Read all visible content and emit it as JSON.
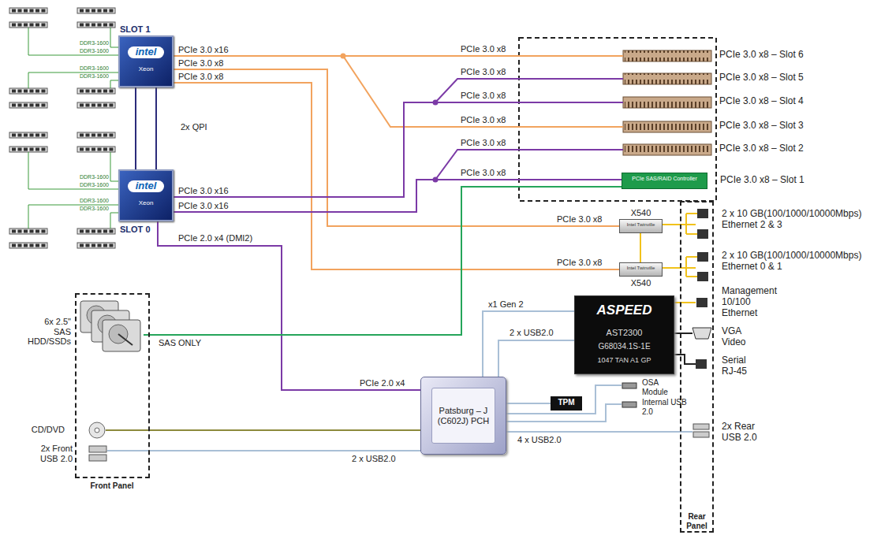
{
  "diagram": {
    "nodes": [
      {
        "text": [
          "SLOT 1",
          "intel",
          "Xeon"
        ]
      },
      {
        "text": [
          "SLOT 0",
          "intel",
          "Xeon"
        ]
      },
      {
        "text": [
          "PCIe 3.0 x8 – Slot 6"
        ]
      },
      {
        "text": [
          "PCIe 3.0 x8 – Slot 5"
        ]
      },
      {
        "text": [
          "PCIe 3.0 x8 – Slot 4"
        ]
      },
      {
        "text": [
          "PCIe 3.0 x8 – Slot 3"
        ]
      },
      {
        "text": [
          "PCIe 3.0 x8 – Slot 2"
        ]
      },
      {
        "text": [
          "PCIe SAS/RAID Controller",
          "PCIe 3.0 x8 – Slot 1"
        ]
      },
      {
        "text": [
          "X540",
          "Intel Twinville"
        ]
      },
      {
        "text": [
          "X540",
          "Intel Twinville"
        ]
      },
      {
        "text": [
          "ASPEED",
          "AST2300",
          "G68034.1S-1E",
          "1047 TAN A1 GP"
        ]
      },
      {
        "text": [
          "Patsburg – J (C602J) PCH"
        ]
      },
      {
        "text": [
          "TPM"
        ]
      },
      {
        "text": [
          "Front Panel"
        ]
      },
      {
        "text": [
          "6x 2.5\" SAS HDD/SSDs"
        ],
        "in": 13
      },
      {
        "text": [
          "CD/DVD"
        ],
        "in": 13
      },
      {
        "text": [
          "2x Front USB 2.0"
        ],
        "in": 13
      },
      {
        "text": [
          "Rear Panel"
        ]
      },
      {
        "text": [
          "2 x 10 GB(100/1000/10000Mbps) Ethernet 2 & 3"
        ],
        "in": 17
      },
      {
        "text": [
          "2 x 10 GB(100/1000/10000Mbps) Ethernet 0 & 1"
        ],
        "in": 17
      },
      {
        "text": [
          "Management 10/100 Ethernet"
        ],
        "in": 17
      },
      {
        "text": [
          "VGA Video"
        ],
        "in": 17
      },
      {
        "text": [
          "Serial RJ-45"
        ],
        "in": 17
      },
      {
        "text": [
          "2x Rear USB 2.0"
        ],
        "in": 17
      },
      {
        "text": [
          "OSA Module"
        ]
      },
      {
        "text": [
          "Internal USB 2.0"
        ]
      }
    ],
    "edges": [
      {
        "from": 0,
        "to": 2,
        "label": "PCIe 3.0 x8",
        "arrow": "none"
      },
      {
        "from": 0,
        "to": 5,
        "label": "PCIe 3.0 x8",
        "arrow": "none"
      },
      {
        "from": 0,
        "to": 8,
        "label": "PCIe 3.0 x8",
        "arrow": "none"
      },
      {
        "from": 0,
        "to": 9,
        "label": "PCIe 3.0 x8",
        "arrow": "none"
      },
      {
        "from": 1,
        "to": 3,
        "label": "PCIe 3.0 x8",
        "arrow": "none"
      },
      {
        "from": 1,
        "to": 4,
        "label": "PCIe 3.0 x8",
        "arrow": "none"
      },
      {
        "from": 1,
        "to": 6,
        "label": "PCIe 3.0 x8",
        "arrow": "none"
      },
      {
        "from": 1,
        "to": 7,
        "label": "PCIe 3.0 x8",
        "arrow": "none"
      },
      {
        "from": 1,
        "to": 11,
        "label": "PCIe 2.0 x4",
        "arrow": "none"
      },
      {
        "from": 0,
        "to": 1,
        "label": "2x QPI",
        "arrow": "none"
      },
      {
        "from": 7,
        "to": 14,
        "label": "SAS ONLY",
        "arrow": "none"
      },
      {
        "from": 8,
        "to": 9,
        "arrow": "none"
      },
      {
        "from": 8,
        "to": 18,
        "arrow": "none"
      },
      {
        "from": 9,
        "to": 19,
        "arrow": "none"
      },
      {
        "from": 10,
        "to": 20,
        "arrow": "none"
      },
      {
        "from": 10,
        "to": 21,
        "arrow": "none"
      },
      {
        "from": 10,
        "to": 22,
        "arrow": "none"
      },
      {
        "from": 11,
        "to": 10,
        "label": "x1 Gen 2",
        "arrow": "none"
      },
      {
        "from": 11,
        "to": 10,
        "label": "2 x USB2.0",
        "arrow": "none"
      },
      {
        "from": 11,
        "to": 12,
        "arrow": "none"
      },
      {
        "from": 11,
        "to": 24,
        "arrow": "none"
      },
      {
        "from": 11,
        "to": 25,
        "arrow": "none"
      },
      {
        "from": 11,
        "to": 23,
        "label": "4 x USB2.0",
        "arrow": "none"
      },
      {
        "from": 11,
        "to": 16,
        "label": "2 x USB2.0",
        "arrow": "none"
      },
      {
        "from": 11,
        "to": 15,
        "arrow": "none"
      }
    ],
    "labels": [
      "DDR3-1600",
      "DDR3-1600",
      "DDR3-1600",
      "DDR3-1600",
      "DDR3-1600",
      "DDR3-1600",
      "DDR3-1600",
      "DDR3-1600",
      "PCIe 3.0 x16",
      "PCIe 3.0 x8",
      "PCIe 3.0 x8",
      "PCIe 3.0 x16",
      "PCIe 3.0 x16",
      "PCIe 2.0 x4 (DMI2)"
    ]
  }
}
